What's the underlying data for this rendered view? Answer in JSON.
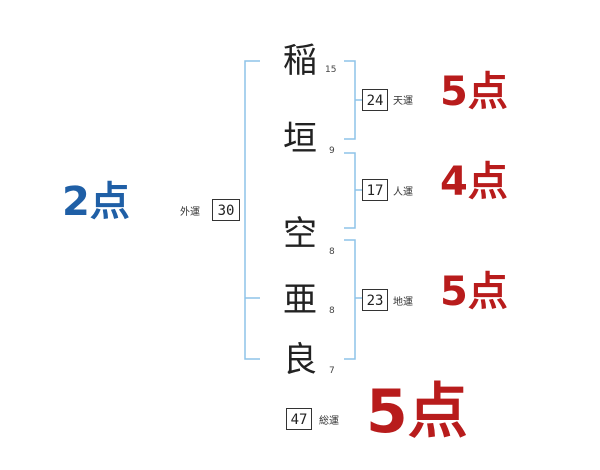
{
  "colors": {
    "bracket": "#8ec3e8",
    "score_red": "#b81c1c",
    "score_blue": "#1f5fa6"
  },
  "surname": [
    {
      "char": "稲",
      "strokes": "15"
    },
    {
      "char": "垣",
      "strokes": "9"
    }
  ],
  "given_name": [
    {
      "char": "空",
      "strokes": "8"
    },
    {
      "char": "亜",
      "strokes": "8"
    },
    {
      "char": "良",
      "strokes": "7"
    }
  ],
  "fortunes": {
    "ten": {
      "value": "24",
      "label": "天運",
      "score": "5点"
    },
    "jin": {
      "value": "17",
      "label": "人運",
      "score": "4点"
    },
    "chi": {
      "value": "23",
      "label": "地運",
      "score": "5点"
    },
    "gai": {
      "value": "30",
      "label": "外運",
      "score": "2点"
    },
    "so": {
      "value": "47",
      "label": "総運",
      "score": "5点"
    }
  }
}
